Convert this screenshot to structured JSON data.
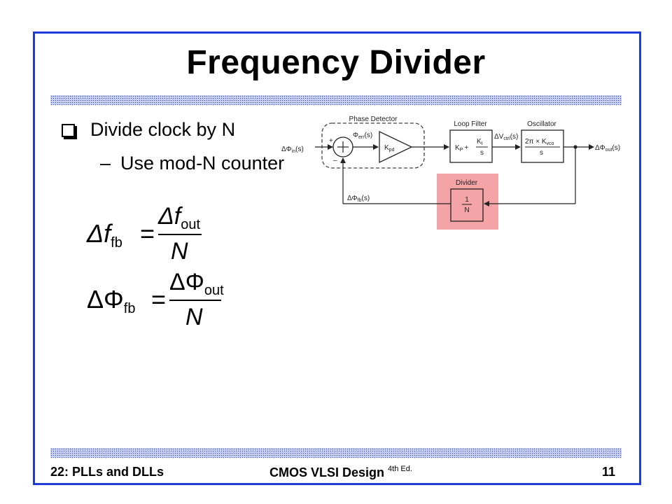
{
  "slide": {
    "title": "Frequency Divider",
    "bullets": [
      "Divide clock by N",
      "Use mod-N counter"
    ]
  },
  "equations": {
    "eq1": {
      "lhs_sym": "Δf",
      "lhs_sub": "fb",
      "num_sym": "Δf",
      "num_sub": "out",
      "den": "N"
    },
    "eq2": {
      "lhs_sym": "ΔΦ",
      "lhs_sub": "fb",
      "num_sym": "ΔΦ",
      "num_sub": "out",
      "den": "N"
    }
  },
  "diagram": {
    "phase_detector_label": "Phase Detector",
    "loop_filter_label": "Loop Filter",
    "oscillator_label": "Oscillator",
    "divider_label": "Divider",
    "input_signal": {
      "sym": "ΔΦ",
      "sub": "in",
      "tail": "(s)"
    },
    "error_signal": {
      "sym": "Φ",
      "sub": "err",
      "tail": "(s)"
    },
    "kpd": {
      "sym": "K",
      "sub": "pd"
    },
    "loop_filter_expr": {
      "k1": "K",
      "k1_sub": "P",
      "plus": "+",
      "k2_num": "K",
      "k2_sub": "I",
      "k2_den": "s"
    },
    "vctrl_signal": {
      "sym": "ΔV",
      "sub": "ctrl",
      "tail": "(s)"
    },
    "osc_expr": {
      "num": "2π × K",
      "num_sub": "vco",
      "den": "s"
    },
    "output_signal": {
      "sym": "ΔΦ",
      "sub": "out",
      "tail": "(s)"
    },
    "feedback_signal": {
      "sym": "ΔΦ",
      "sub": "fb",
      "tail": "(s)"
    },
    "divider_expr": {
      "num": "1",
      "den": "N"
    },
    "plus_sign": "+",
    "minus_sign": "–",
    "highlight_color": "#f4a3a6"
  },
  "footer": {
    "left": "22: PLLs and DLLs",
    "center": "CMOS VLSI Design",
    "center_sup": "4th Ed.",
    "right": "11"
  },
  "colors": {
    "frame": "#1f3bd8",
    "dot_bar": "#1f3bd8"
  }
}
